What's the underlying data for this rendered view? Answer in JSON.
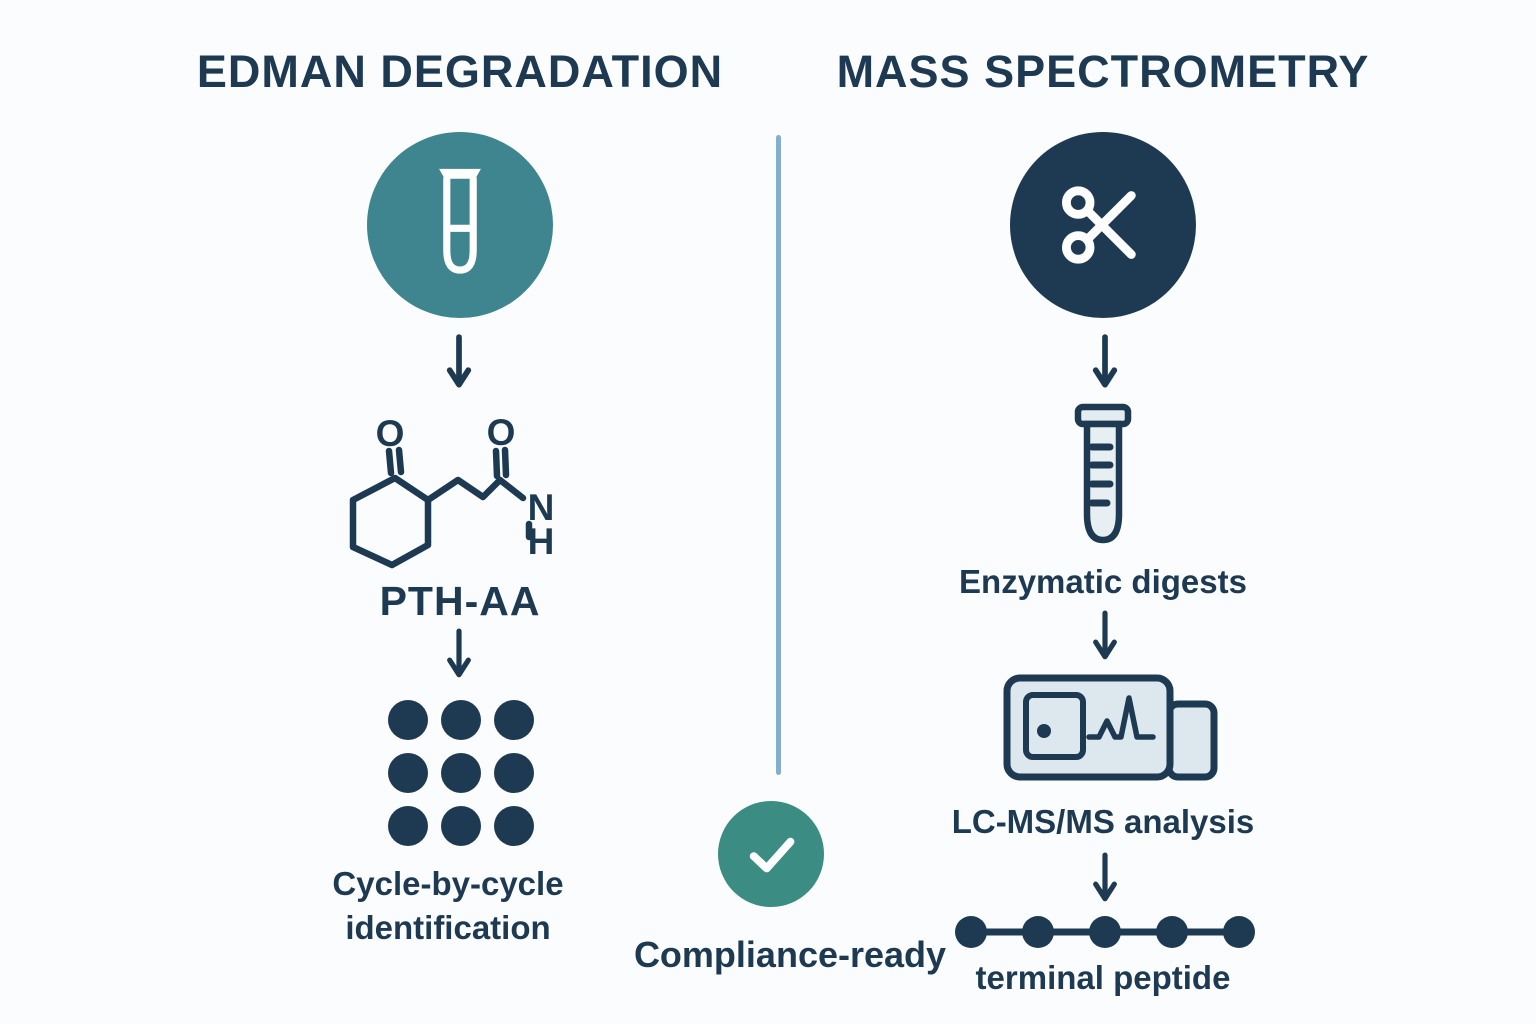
{
  "colors": {
    "navy": "#1e3a52",
    "teal": "#3e858f",
    "teal_green": "#3b8c82",
    "light_fill": "#dce8ee",
    "divider_blue": "#84aecb",
    "background": "#fbfcfd"
  },
  "left_column": {
    "title": "EDMAN DEGRADATION",
    "circle_icon": "test-tube",
    "molecule": {
      "label": "PTH-AA",
      "atom_o_left": "O",
      "atom_o_right": "O",
      "atom_n": "N",
      "atom_h": "H"
    },
    "result_line1": "Cycle-by-cycle",
    "result_line2": "identification"
  },
  "right_column": {
    "title": "MASS SPECTROMETRY",
    "circle_icon": "scissors",
    "step1_label": "Enzymatic digests",
    "step2_label": "LC-MS/MS analysis",
    "result_label": "terminal peptide"
  },
  "center_badge": {
    "icon": "checkmark",
    "label": "Compliance-ready"
  }
}
